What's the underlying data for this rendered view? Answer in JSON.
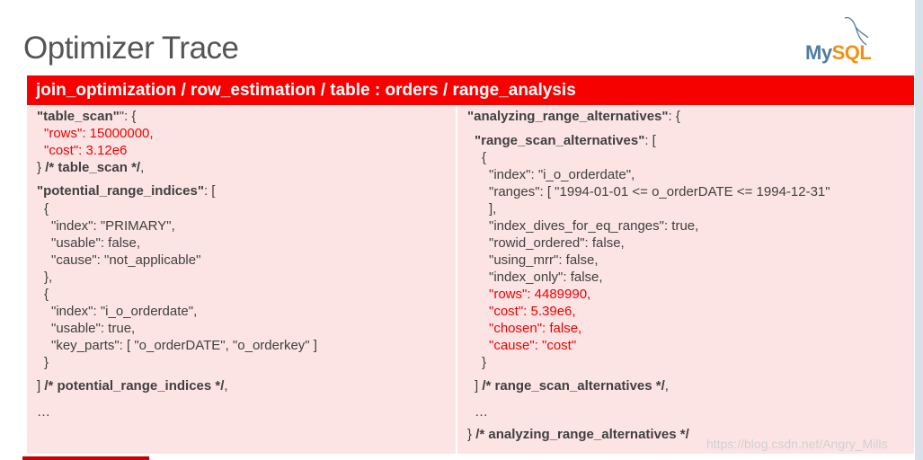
{
  "title": "Optimizer Trace",
  "logo": {
    "my": "My",
    "sql": "SQL",
    "icon": "mysql-dolphin-icon"
  },
  "banner": "join_optimization / row_estimation / table : orders / range_analysis",
  "left": [
    {
      "i": 0,
      "parts": [
        [
          "k",
          "\"table_scan\""
        ],
        [
          "",
          "\": {"
        ]
      ]
    },
    {
      "i": 1,
      "red": true,
      "parts": [
        [
          "",
          "\"rows\": 15000000,"
        ]
      ]
    },
    {
      "i": 1,
      "red": true,
      "parts": [
        [
          "",
          "\"cost\": 3.12e6"
        ]
      ]
    },
    {
      "i": 0,
      "parts": [
        [
          "",
          "} "
        ],
        [
          "k",
          "/* table_scan */"
        ],
        [
          "",
          ","
        ]
      ]
    },
    {
      "i": 0,
      "parts": [
        [
          "k",
          "\"potential_range_indices\""
        ],
        [
          "",
          ": ["
        ]
      ]
    },
    {
      "i": 1,
      "parts": [
        [
          "",
          "{"
        ]
      ]
    },
    {
      "i": 2,
      "parts": [
        [
          "",
          "\"index\": \"PRIMARY\","
        ]
      ]
    },
    {
      "i": 2,
      "parts": [
        [
          "",
          "\"usable\": false,"
        ]
      ]
    },
    {
      "i": 2,
      "parts": [
        [
          "",
          "\"cause\": \"not_applicable\""
        ]
      ]
    },
    {
      "i": 1,
      "parts": [
        [
          "",
          "},"
        ]
      ]
    },
    {
      "i": 1,
      "parts": [
        [
          "",
          "{"
        ]
      ]
    },
    {
      "i": 2,
      "parts": [
        [
          "",
          "\"index\": \"i_o_orderdate\","
        ]
      ]
    },
    {
      "i": 2,
      "parts": [
        [
          "",
          "\"usable\": true,"
        ]
      ]
    },
    {
      "i": 2,
      "parts": [
        [
          "",
          "\"key_parts\": [ \"o_orderDATE\", \"o_orderkey\" ]"
        ]
      ]
    },
    {
      "i": 1,
      "parts": [
        [
          "",
          "}"
        ]
      ]
    },
    {
      "i": 0,
      "parts": [
        [
          "",
          "] "
        ],
        [
          "k",
          "/* potential_range_indices */"
        ],
        [
          "",
          ","
        ]
      ]
    },
    {
      "i": 0,
      "parts": [
        [
          "",
          "…"
        ]
      ]
    }
  ],
  "right": [
    {
      "i": 0,
      "parts": [
        [
          "k",
          "\"analyzing_range_alternatives\""
        ],
        [
          "",
          ": {"
        ]
      ]
    },
    {
      "i": 1,
      "parts": [
        [
          "k",
          "\"range_scan_alternatives\""
        ],
        [
          "",
          ": ["
        ]
      ]
    },
    {
      "i": 2,
      "parts": [
        [
          "",
          "{"
        ]
      ]
    },
    {
      "i": 3,
      "parts": [
        [
          "",
          "\"index\": \"i_o_orderdate\","
        ]
      ]
    },
    {
      "i": 3,
      "parts": [
        [
          "",
          "\"ranges\": [ \"1994-01-01 <= o_orderDATE <= 1994-12-31\""
        ]
      ]
    },
    {
      "i": 3,
      "parts": [
        [
          "",
          "],"
        ]
      ]
    },
    {
      "i": 3,
      "parts": [
        [
          "",
          "\"index_dives_for_eq_ranges\": true,"
        ]
      ]
    },
    {
      "i": 3,
      "parts": [
        [
          "",
          "\"rowid_ordered\": false,"
        ]
      ]
    },
    {
      "i": 3,
      "parts": [
        [
          "",
          "\"using_mrr\": false,"
        ]
      ]
    },
    {
      "i": 3,
      "parts": [
        [
          "",
          "\"index_only\": false,"
        ]
      ]
    },
    {
      "i": 3,
      "red": true,
      "parts": [
        [
          "",
          "\"rows\": 4489990,"
        ]
      ]
    },
    {
      "i": 3,
      "red": true,
      "parts": [
        [
          "",
          "\"cost\": 5.39e6,"
        ]
      ]
    },
    {
      "i": 3,
      "red": true,
      "parts": [
        [
          "",
          "\"chosen\": false,"
        ]
      ]
    },
    {
      "i": 3,
      "red": true,
      "parts": [
        [
          "",
          "\"cause\": \"cost\""
        ]
      ]
    },
    {
      "i": 2,
      "parts": [
        [
          "",
          "}"
        ]
      ]
    },
    {
      "i": 1,
      "parts": [
        [
          "",
          "] "
        ],
        [
          "k",
          "/* range_scan_alternatives */"
        ],
        [
          "",
          ","
        ]
      ]
    },
    {
      "i": 1,
      "parts": [
        [
          "",
          "…"
        ]
      ]
    },
    {
      "i": 0,
      "parts": [
        [
          "",
          "} "
        ],
        [
          "k",
          "/* analyzing_range_alternatives */"
        ]
      ]
    }
  ],
  "watermark": "https://blog.csdn.net/Angry_Mills",
  "colors": {
    "banner": "#f70000",
    "panel": "#fde4e4",
    "highlight": "#f00000"
  }
}
